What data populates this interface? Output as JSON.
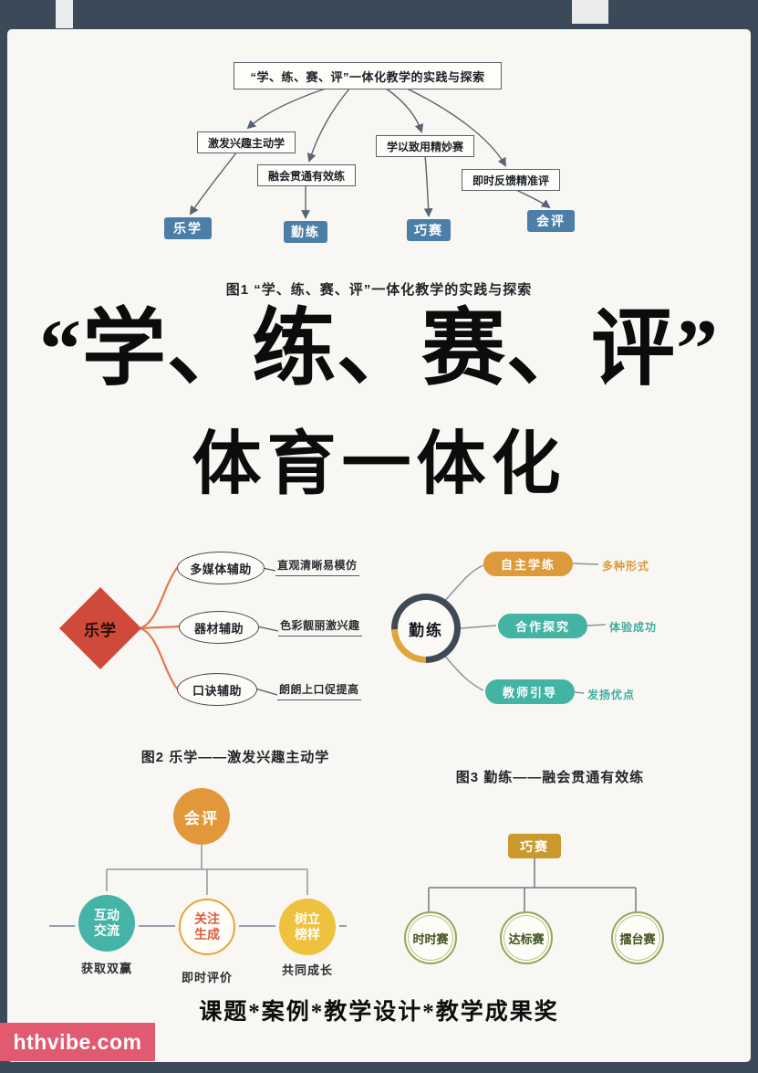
{
  "colors": {
    "frame": "#3c4958",
    "page": "#f8f7f3",
    "primary_blue": "#4c7fa8",
    "accent_red": "#cf4a3a",
    "accent_orange": "#e2983a",
    "accent_teal": "#43b3a4",
    "accent_yellow": "#eec13f",
    "accent_gold": "#c9992e",
    "watermark_pink": "#e25a70"
  },
  "fig1": {
    "title": "“学、练、赛、评”一体化教学的实践与探索",
    "branches": [
      {
        "label": "激发兴趣主动学",
        "result": "乐学"
      },
      {
        "label": "融会贯通有效练",
        "result": "勤练"
      },
      {
        "label": "学以致用精妙赛",
        "result": "巧赛"
      },
      {
        "label": "即时反馈精准评",
        "result": "会评"
      }
    ],
    "caption": "图1  “学、练、赛、评”一体化教学的实践与探索"
  },
  "hero": {
    "line1": "“学、练、赛、评”",
    "line2": "体育一体化"
  },
  "fig2": {
    "root": "乐学",
    "branches": [
      {
        "node": "多媒体辅助",
        "note": "直观清晰易模仿"
      },
      {
        "node": "器材辅助",
        "note": "色彩靓丽激兴趣"
      },
      {
        "node": "口诀辅助",
        "note": "朗朗上口促提高"
      }
    ],
    "caption": "图2  乐学——激发兴趣主动学"
  },
  "fig3": {
    "root": "勤练",
    "branches": [
      {
        "node": "自主学练",
        "note": "多种形式"
      },
      {
        "node": "合作探究",
        "note": "体验成功"
      },
      {
        "node": "教师引导",
        "note": "发扬优点"
      }
    ],
    "caption": "图3  勤练——融会贯通有效练"
  },
  "fig4": {
    "root": "会评",
    "branches": [
      {
        "node": "互动交流",
        "note": "获取双赢"
      },
      {
        "node": "关注生成",
        "note": "即时评价"
      },
      {
        "node": "树立榜样",
        "note": "共同成长"
      }
    ]
  },
  "fig5": {
    "root": "巧赛",
    "items": [
      "时时赛",
      "达标赛",
      "擂台赛"
    ]
  },
  "footer": "课题*案例*教学设计*教学成果奖",
  "watermark": "hthvibe.com"
}
